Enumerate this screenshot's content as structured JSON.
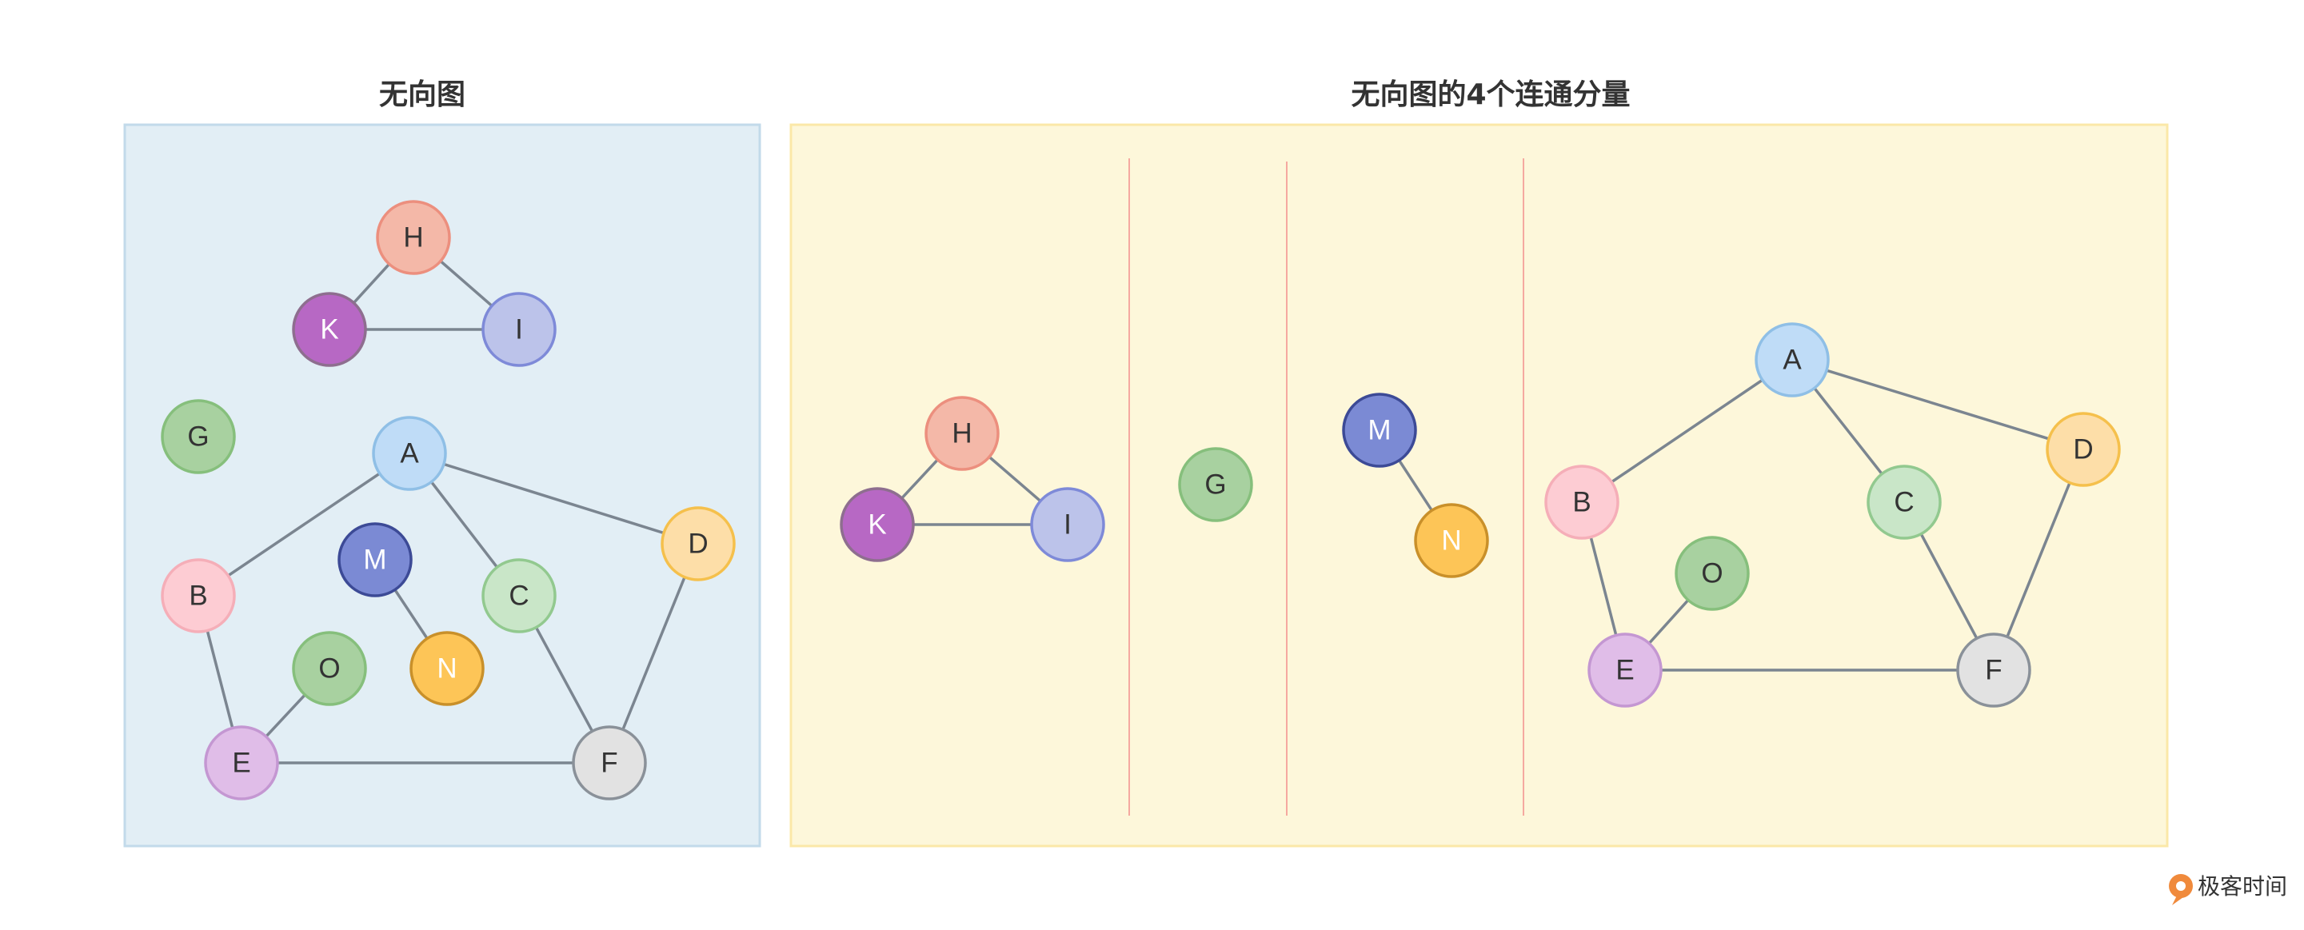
{
  "left_panel": {
    "title": "无向图",
    "nodes": [
      {
        "id": "H",
        "label": "H",
        "fill": "#f4b8a8",
        "stroke": "#ec8f7e",
        "text": "#333333"
      },
      {
        "id": "K",
        "label": "K",
        "fill": "#b768c4",
        "stroke": "#8e6e8f",
        "text": "#ffffff"
      },
      {
        "id": "I",
        "label": "I",
        "fill": "#bcc3ea",
        "stroke": "#7e8ad8",
        "text": "#333333"
      },
      {
        "id": "G",
        "label": "G",
        "fill": "#a8d1a0",
        "stroke": "#86bf7c",
        "text": "#333333"
      },
      {
        "id": "A",
        "label": "A",
        "fill": "#bfdcf7",
        "stroke": "#8fbfe6",
        "text": "#333333"
      },
      {
        "id": "D",
        "label": "D",
        "fill": "#fddea8",
        "stroke": "#f5c04c",
        "text": "#333333"
      },
      {
        "id": "B",
        "label": "B",
        "fill": "#fdccd3",
        "stroke": "#f5aeb8",
        "text": "#333333"
      },
      {
        "id": "M",
        "label": "M",
        "fill": "#7b8ad4",
        "stroke": "#3c4a96",
        "text": "#ffffff"
      },
      {
        "id": "C",
        "label": "C",
        "fill": "#c9e6c8",
        "stroke": "#92c98f",
        "text": "#333333"
      },
      {
        "id": "O",
        "label": "O",
        "fill": "#a8d1a0",
        "stroke": "#86bf7c",
        "text": "#333333"
      },
      {
        "id": "N",
        "label": "N",
        "fill": "#fdc557",
        "stroke": "#c9902a",
        "text": "#ffffff"
      },
      {
        "id": "E",
        "label": "E",
        "fill": "#e0bde8",
        "stroke": "#c497d2",
        "text": "#333333"
      },
      {
        "id": "F",
        "label": "F",
        "fill": "#e2e2e2",
        "stroke": "#8a9199",
        "text": "#333333"
      }
    ],
    "edges": [
      [
        "H",
        "K"
      ],
      [
        "H",
        "I"
      ],
      [
        "K",
        "I"
      ],
      [
        "A",
        "B"
      ],
      [
        "A",
        "C"
      ],
      [
        "A",
        "D"
      ],
      [
        "B",
        "E"
      ],
      [
        "E",
        "O"
      ],
      [
        "E",
        "F"
      ],
      [
        "C",
        "F"
      ],
      [
        "D",
        "F"
      ],
      [
        "M",
        "N"
      ]
    ]
  },
  "right_panel": {
    "title": "无向图的4个连通分量",
    "nodes": [
      {
        "id": "H",
        "label": "H",
        "fill": "#f4b8a8",
        "stroke": "#ec8f7e",
        "text": "#333333"
      },
      {
        "id": "K",
        "label": "K",
        "fill": "#b768c4",
        "stroke": "#8e6e8f",
        "text": "#ffffff"
      },
      {
        "id": "I",
        "label": "I",
        "fill": "#bcc3ea",
        "stroke": "#7e8ad8",
        "text": "#333333"
      },
      {
        "id": "G",
        "label": "G",
        "fill": "#a8d1a0",
        "stroke": "#86bf7c",
        "text": "#333333"
      },
      {
        "id": "M",
        "label": "M",
        "fill": "#7b8ad4",
        "stroke": "#3c4a96",
        "text": "#ffffff"
      },
      {
        "id": "N",
        "label": "N",
        "fill": "#fdc557",
        "stroke": "#c9902a",
        "text": "#ffffff"
      },
      {
        "id": "A",
        "label": "A",
        "fill": "#bfdcf7",
        "stroke": "#8fbfe6",
        "text": "#333333"
      },
      {
        "id": "D",
        "label": "D",
        "fill": "#fddea8",
        "stroke": "#f5c04c",
        "text": "#333333"
      },
      {
        "id": "B",
        "label": "B",
        "fill": "#fdccd3",
        "stroke": "#f5aeb8",
        "text": "#333333"
      },
      {
        "id": "C",
        "label": "C",
        "fill": "#c9e6c8",
        "stroke": "#92c98f",
        "text": "#333333"
      },
      {
        "id": "O",
        "label": "O",
        "fill": "#a8d1a0",
        "stroke": "#86bf7c",
        "text": "#333333"
      },
      {
        "id": "E",
        "label": "E",
        "fill": "#e0bde8",
        "stroke": "#c497d2",
        "text": "#333333"
      },
      {
        "id": "F",
        "label": "F",
        "fill": "#e2e2e2",
        "stroke": "#8a9199",
        "text": "#333333"
      }
    ],
    "edges": [
      [
        "H",
        "K"
      ],
      [
        "H",
        "I"
      ],
      [
        "K",
        "I"
      ],
      [
        "M",
        "N"
      ],
      [
        "A",
        "B"
      ],
      [
        "A",
        "C"
      ],
      [
        "A",
        "D"
      ],
      [
        "B",
        "E"
      ],
      [
        "E",
        "O"
      ],
      [
        "E",
        "F"
      ],
      [
        "C",
        "F"
      ],
      [
        "D",
        "F"
      ]
    ]
  },
  "colors": {
    "left_panel_bg": "#e2eef5",
    "left_panel_border": "#c2daea",
    "right_panel_bg": "#fdf7da",
    "right_panel_border": "#fbe8a8",
    "edge": "#7b8590",
    "divider": "#f5a9a0"
  },
  "brand": {
    "text": "极客时间",
    "icon": "geektime-logo-icon",
    "icon_color": "#f08a3c"
  }
}
